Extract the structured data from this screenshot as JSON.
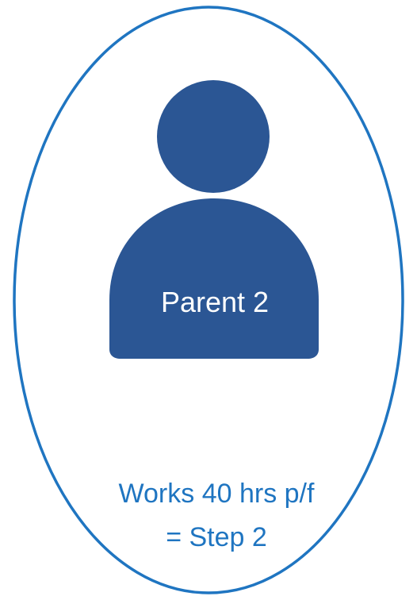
{
  "person": {
    "label": "Parent 2",
    "icon": "person-icon",
    "color": "#2B5694"
  },
  "outline": {
    "color": "#1F75C1"
  },
  "description": {
    "line1": "Works 40 hrs p/f",
    "line2": "= Step 2",
    "color": "#1F75C1"
  }
}
